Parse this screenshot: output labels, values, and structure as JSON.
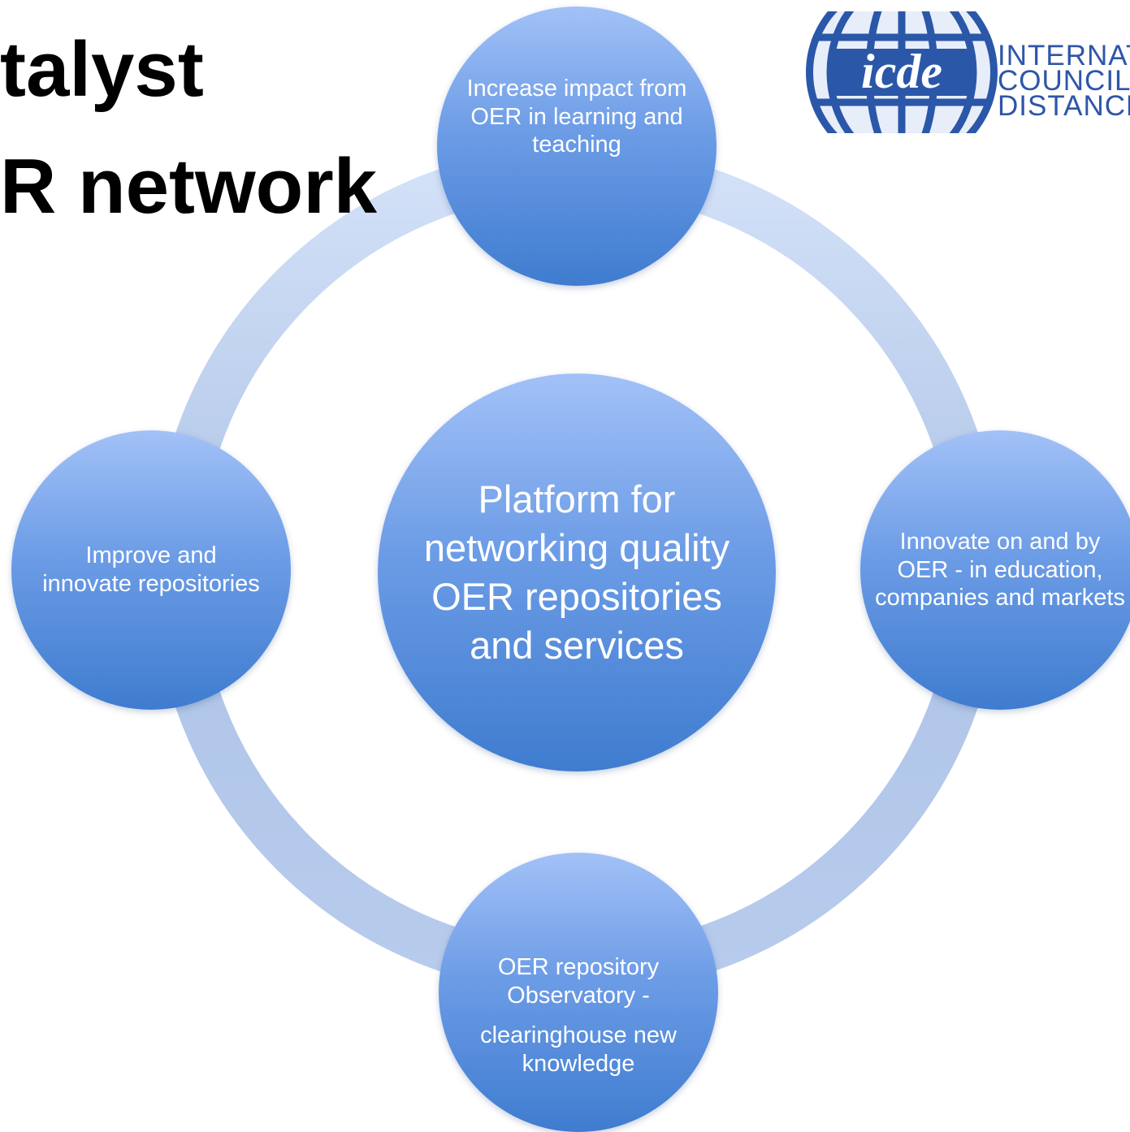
{
  "title": {
    "line1": "talyst",
    "line2": "R network"
  },
  "center": {
    "text": "Platform for networking quality OER repositories and services"
  },
  "nodes": {
    "top": "Increase impact from OER in learning and teaching",
    "left": "Improve and innovate repositories",
    "right": "Innovate on and by OER - in education, companies and markets",
    "bottom": {
      "line1": "OER repository Observatory -",
      "line2": "clearinghouse new knowledge"
    }
  },
  "logo": {
    "mark": "icde",
    "line1": "INTERNATIO",
    "line2": "COUNCIL FO",
    "line3": "DISTANCE E"
  },
  "colors": {
    "node_light": "#a2c1f7",
    "node_dark": "#3f7ccf",
    "ring": "#bcd0f0",
    "logo_blue": "#2e56a8",
    "node_text": "#ffffff"
  }
}
